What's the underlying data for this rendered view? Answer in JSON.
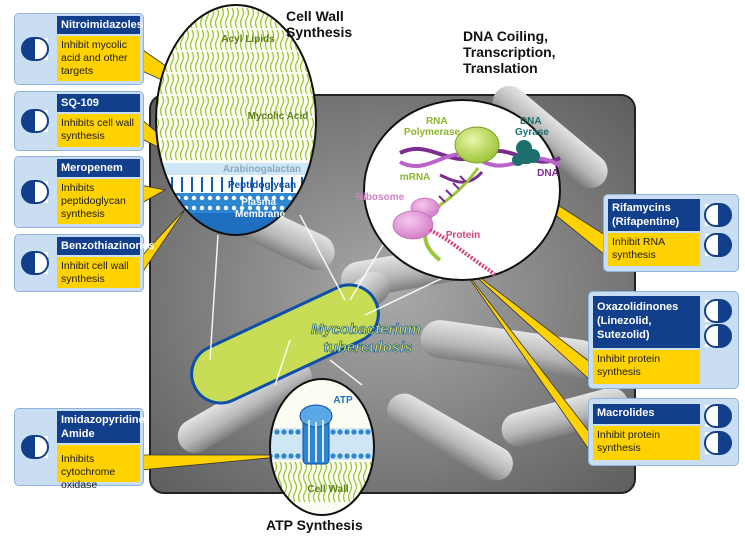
{
  "titles": {
    "cell_wall": "Cell Wall\nSynthesis",
    "dna": "DNA Coiling,\nTranscription,\nTranslation",
    "atp": "ATP Synthesis"
  },
  "organism": "Mycobacterium\ntuberculosis",
  "cell_wall_labels": {
    "acyl_lipids": "Acyl Lipids",
    "mycolic_acid": "Mycolic Acid",
    "arabinogalactan": "Arabinogalactan",
    "peptidoglycan": "Peptidoglycan",
    "plasma_membrane": "Plasma\nMembrane"
  },
  "dna_labels": {
    "rna_polymerase": "RNA\nPolymerase",
    "dna_gyrase": "DNA\nGyrase",
    "mrna": "mRNA",
    "dna": "DNA",
    "ribosome": "Ribosome",
    "protein": "Protein"
  },
  "atp_labels": {
    "atp": "ATP",
    "cell_wall": "Cell Wall"
  },
  "drugs_left": [
    {
      "name": "Nitroimidazoles",
      "action": "Inhibit mycolic\nacid and other\ntargets"
    },
    {
      "name": "SQ-109",
      "action": "Inhibits cell wall\nsynthesis"
    },
    {
      "name": "Meropenem",
      "action": "Inhibits\npeptidoglycan\nsynthesis"
    },
    {
      "name": "Benzothiazinones",
      "action": "Inhibit cell wall\nsynthesis"
    },
    {
      "name": "Imidazopyridine\nAmide",
      "action": "Inhibits cytochrome\noxidase"
    }
  ],
  "drugs_right": [
    {
      "name": "Rifamycins\n(Rifapentine)",
      "action": "Inhibit RNA\nsynthesis"
    },
    {
      "name": "Oxazolidinones\n(Linezolid,\nSutezolid)",
      "action": "Inhibit protein\nsynthesis"
    },
    {
      "name": "Macrolides",
      "action": "Inhibit protein\nsynthesis"
    }
  ],
  "colors": {
    "navy": "#123f8c",
    "yellow": "#ffd200",
    "card_bg": "#c9def3",
    "lime": "#c8dd55",
    "outline": "#0f4fa8"
  }
}
